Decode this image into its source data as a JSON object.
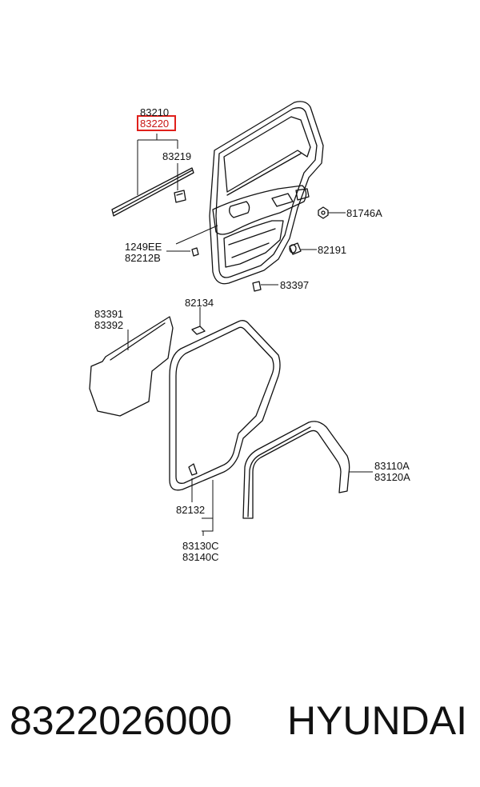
{
  "labels": {
    "p83210": "83210",
    "p83220": "83220",
    "p83219": "83219",
    "p81746A": "81746A",
    "p1249EE": "1249EE",
    "p82212B": "82212B",
    "p82191": "82191",
    "p83397": "83397",
    "p82134": "82134",
    "p83391": "83391",
    "p83392": "83392",
    "p83110A": "83110A",
    "p83120A": "83120A",
    "p82132": "82132",
    "p83130C": "83130C",
    "p83140C": "83140C"
  },
  "highlight_label": "83220",
  "highlight_color": "#e0201b",
  "footer": {
    "part_number": "8322026000",
    "brand": "HYUNDAI"
  }
}
